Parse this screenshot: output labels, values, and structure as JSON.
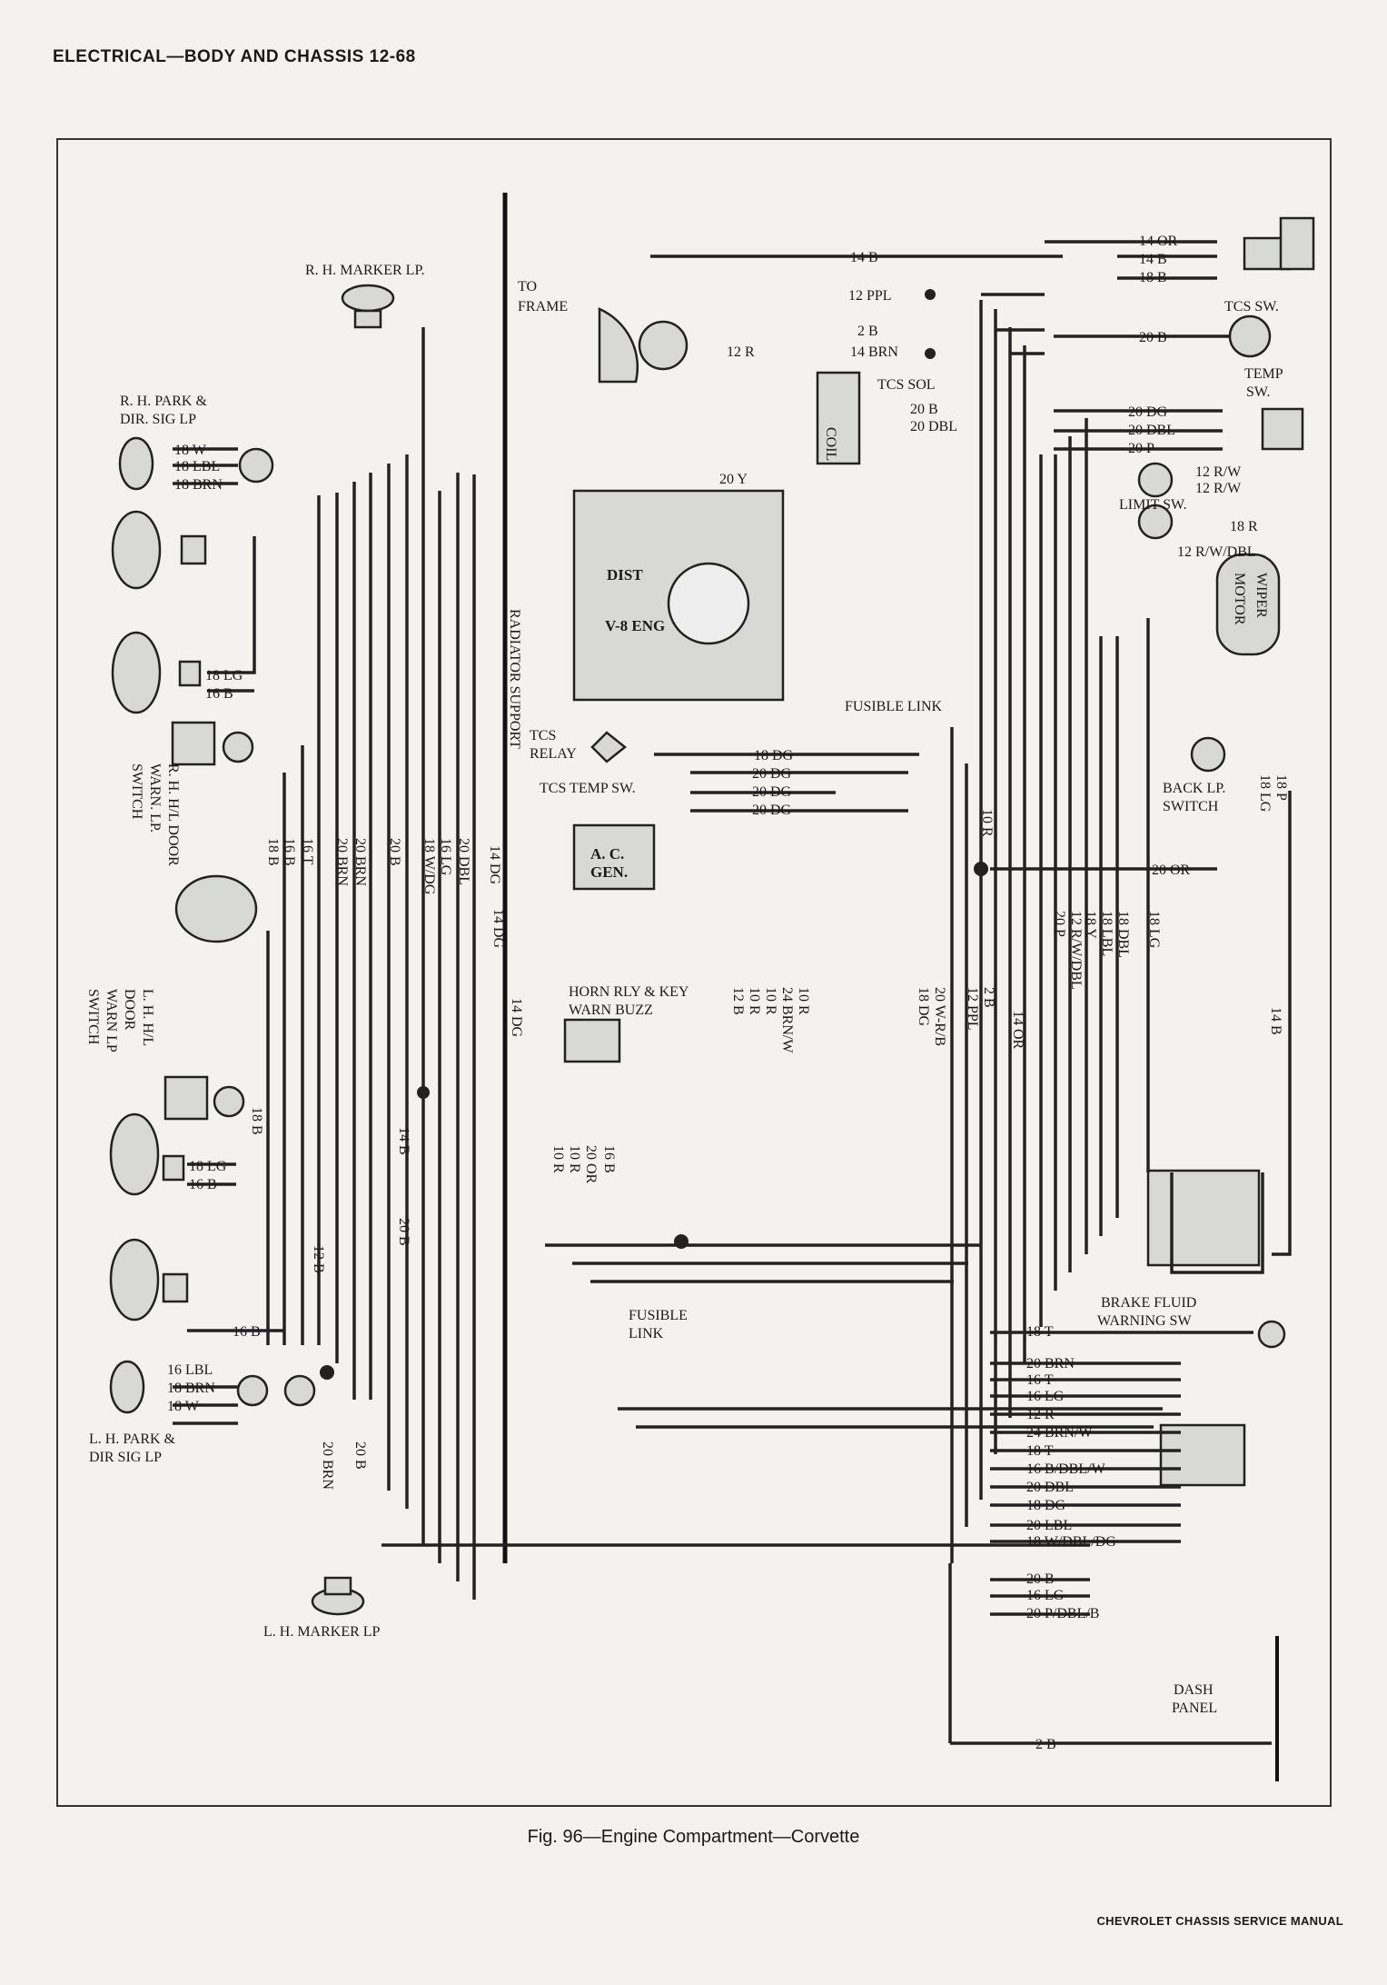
{
  "header": "ELECTRICAL—BODY AND CHASSIS 12-68",
  "caption": "Fig. 96—Engine Compartment—Corvette",
  "footer": "CHEVROLET CHASSIS SERVICE MANUAL",
  "labels": {
    "rh_marker": "R. H. MARKER LP.",
    "rh_park": "R. H. PARK &",
    "rh_park2": "DIR. SIG LP",
    "lh_park": "L. H. PARK &",
    "lh_park2": "DIR SIG LP",
    "lh_marker": "L. H. MARKER LP",
    "to_frame": "TO",
    "to_frame2": "FRAME",
    "radiator_support": "RADIATOR SUPPORT",
    "tcs_relay": "TCS",
    "tcs_relay2": "RELAY",
    "tcs_temp_sw": "TCS TEMP SW.",
    "tcs_sol": "TCS SOL",
    "tcs_sw": "TCS SW.",
    "temp_sw": "TEMP",
    "temp_sw2": "SW.",
    "limit_sw": "LIMIT SW.",
    "fusible_link": "FUSIBLE LINK",
    "fusible_link2a": "FUSIBLE",
    "fusible_link2b": "LINK",
    "back_lp_sw": "BACK LP.",
    "back_lp_sw2": "SWITCH",
    "brake_fluid": "BRAKE FLUID",
    "brake_fluid2": "WARNING SW",
    "horn_rly": "HORN RLY & KEY",
    "horn_rly2": "WARN BUZZ",
    "dash_panel": "DASH",
    "dash_panel2": "PANEL",
    "gen": "A. C.",
    "gen2": "GEN.",
    "dist": "DIST",
    "v8": "V-8 ENG",
    "coil": "COIL",
    "wiper": "WIPER",
    "wiper2": "MOTOR",
    "rh_hl_door": "R. H. H/L DOOR",
    "rh_hl_door2": "WARN. LP.",
    "rh_hl_door3": "SWITCH",
    "lh_hl_door": "L. H. H/L",
    "lh_hl_door2": "DOOR",
    "lh_hl_door3": "WARN LP",
    "lh_hl_door4": "SWITCH"
  },
  "wires_top": [
    "14 B",
    "12 PPL",
    "2 B",
    "14 BRN",
    "12 R",
    "20 Y",
    "20 B",
    "20 DBL",
    "14 OR",
    "14 B",
    "18 B",
    "20 B",
    "20 DG",
    "20 DBL",
    "20 P",
    "12 R/W",
    "12 R/W",
    "18 R",
    "12 R/W/DBL"
  ],
  "wires_left": [
    "18 W",
    "18 LBL",
    "18 BRN",
    "18 LG",
    "16 B",
    "18 LG",
    "16 B",
    "16 LBL",
    "18 BRN",
    "18 W",
    "16 B",
    "12 B",
    "20 B",
    "14 B",
    "18 B"
  ],
  "wires_mid": [
    "18 DG",
    "20 DG",
    "20 DG",
    "20 DG",
    "20 OR",
    "10 R",
    "14 DG",
    "14 DG"
  ],
  "wires_bottom_right": [
    "18 T",
    "20 BRN",
    "16 T",
    "16 LG",
    "12 R",
    "24 BRN/W",
    "18 T",
    "16 B/DBL/W",
    "20 DBL",
    "18 DG",
    "20 LBL",
    "18 W/DBL/DG",
    "20 B",
    "16 LG",
    "20 P/DBL/B",
    "2 B"
  ],
  "bundle_vertical": [
    "18 B",
    "16 B",
    "16 T",
    "20 BRN",
    "20 BRN",
    "20 B",
    "18 W/DG",
    "16 LG",
    "20 DBL",
    "14 DG"
  ],
  "bundle_center": [
    "12 B",
    "10 R",
    "10 R",
    "24 BRN/W",
    "10 R"
  ],
  "bundle_right": [
    "18 DG",
    "20 W-R/B",
    "12 PPL",
    "2 B",
    "14 OR",
    "20 P",
    "12 R/W/DBL",
    "18 Y",
    "18 LBL",
    "18 DBL",
    "18 LG",
    "14 B",
    "18 P",
    "18 LG"
  ],
  "horn_wires": [
    "10 R",
    "10 R",
    "20 OR",
    "16 B"
  ],
  "lower_vertical": [
    "20 BRN",
    "20 B"
  ]
}
